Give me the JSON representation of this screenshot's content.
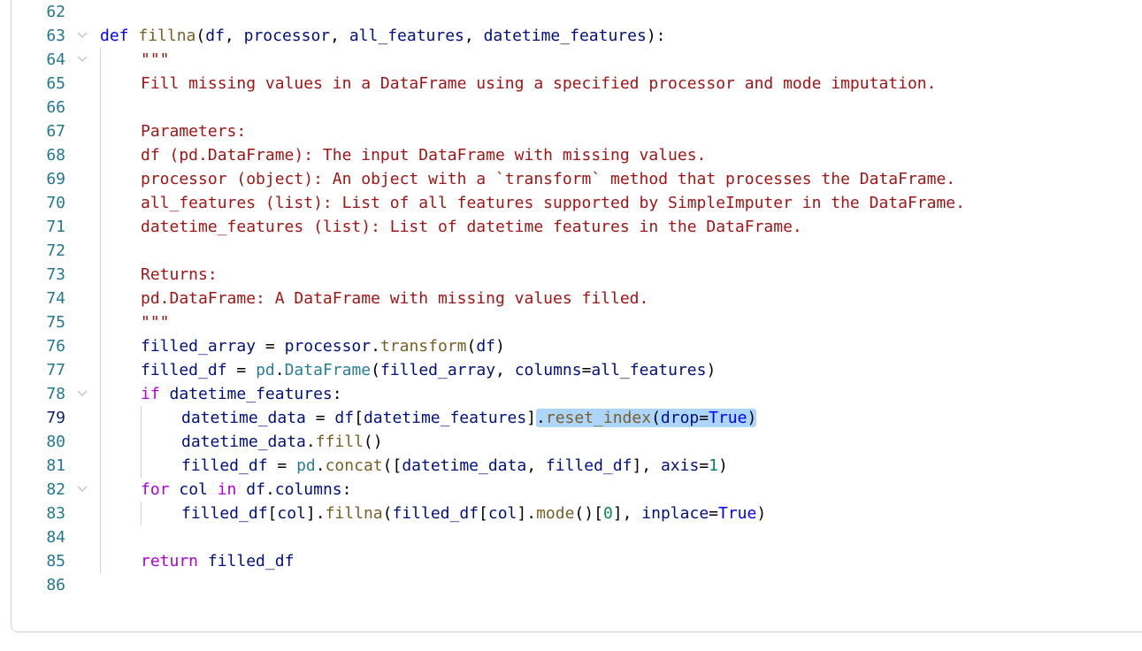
{
  "editor": {
    "lines": [
      {
        "num": "62"
      },
      {
        "num": "63",
        "fold": true
      },
      {
        "num": "64",
        "fold": true
      },
      {
        "num": "65"
      },
      {
        "num": "66"
      },
      {
        "num": "67"
      },
      {
        "num": "68"
      },
      {
        "num": "69"
      },
      {
        "num": "70"
      },
      {
        "num": "71"
      },
      {
        "num": "72"
      },
      {
        "num": "73"
      },
      {
        "num": "74"
      },
      {
        "num": "75"
      },
      {
        "num": "76"
      },
      {
        "num": "77"
      },
      {
        "num": "78",
        "fold": true
      },
      {
        "num": "79",
        "active": true
      },
      {
        "num": "80"
      },
      {
        "num": "81"
      },
      {
        "num": "82",
        "fold": true
      },
      {
        "num": "83"
      },
      {
        "num": "84"
      },
      {
        "num": "85"
      },
      {
        "num": "86"
      }
    ],
    "code": {
      "l63": {
        "def": "def",
        "name": "fillna",
        "p1": "df",
        "p2": "processor",
        "p3": "all_features",
        "p4": "datetime_features"
      },
      "l64": "\"\"\"",
      "l65": "Fill missing values in a DataFrame using a specified processor and mode imputation.",
      "l67": "Parameters:",
      "l68": "df (pd.DataFrame): The input DataFrame with missing values.",
      "l69": "processor (object): An object with a `transform` method that processes the DataFrame.",
      "l70": "all_features (list): List of all features supported by SimpleImputer in the DataFrame.",
      "l71": "datetime_features (list): List of datetime features in the DataFrame.",
      "l73": "Returns:",
      "l74": "pd.DataFrame: A DataFrame with missing values filled.",
      "l75": "\"\"\"",
      "l76": {
        "a": "filled_array",
        "eq": " = ",
        "b": "processor",
        "c": "transform",
        "d": "df"
      },
      "l77": {
        "a": "filled_df",
        "b": "pd",
        "c": "DataFrame",
        "d": "filled_array",
        "e": "columns",
        "f": "all_features"
      },
      "l78": {
        "kw": "if",
        "a": "datetime_features"
      },
      "l79": {
        "a": "datetime_data",
        "b": "df",
        "c": "datetime_features",
        "d": "reset_index",
        "e": "drop",
        "f": "True"
      },
      "l80": {
        "a": "datetime_data",
        "b": "ffill"
      },
      "l81": {
        "a": "filled_df",
        "b": "pd",
        "c": "concat",
        "d": "datetime_data",
        "e": "filled_df",
        "f": "axis",
        "g": "1"
      },
      "l82": {
        "kw": "for",
        "a": "col",
        "in": "in",
        "b": "df",
        "c": "columns"
      },
      "l83": {
        "a": "filled_df",
        "b": "col",
        "c": "fillna",
        "d": "filled_df",
        "e": "col",
        "f": "mode",
        "g": "0",
        "h": "inplace",
        "i": "True"
      },
      "l85": {
        "kw": "return",
        "a": "filled_df"
      }
    }
  },
  "colors": {
    "line_number": "#237893",
    "keyword": "#0000ff",
    "control": "#af00db",
    "function": "#795e26",
    "variable": "#001080",
    "string": "#a31515",
    "number": "#098658",
    "class": "#267f99",
    "selection": "#add6ff"
  }
}
